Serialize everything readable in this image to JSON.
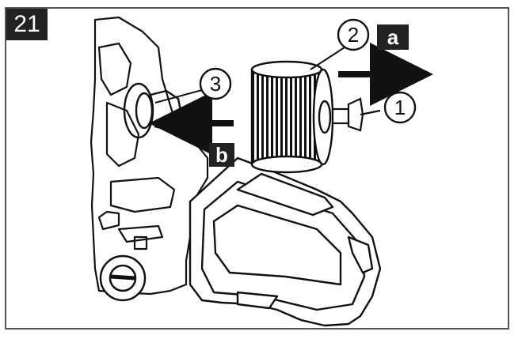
{
  "figure": {
    "step_number": "21",
    "callouts": [
      {
        "id": "1",
        "label": "1"
      },
      {
        "id": "2",
        "label": "2"
      },
      {
        "id": "3",
        "label": "3"
      }
    ],
    "direction_tags": {
      "a": "a",
      "b": "b"
    },
    "colors": {
      "line": "#111111",
      "frame": "#555555",
      "badge": "#222222",
      "background": "#ffffff"
    }
  }
}
